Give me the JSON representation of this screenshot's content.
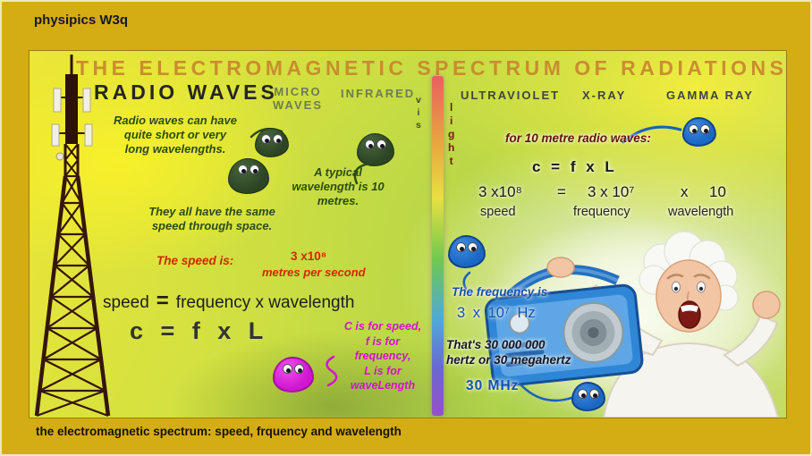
{
  "frame": {
    "brand": "physipics W3q",
    "caption": "the electromagnetic spectrum: speed, frquency and wavelength"
  },
  "poster": {
    "title": "THE ELECTROMAGNETIC SPECTRUM OF RADIATIONS",
    "bands": {
      "radio": "RADIO WAVES",
      "micro_l1": "MICRO",
      "micro_l2": "WAVES",
      "infrared": "INFRARED",
      "vis": [
        "v",
        "i",
        "s"
      ],
      "light": [
        "l",
        "i",
        "g",
        "h",
        "t"
      ],
      "ultraviolet": "ULTRAVIOLET",
      "xray": "X-RAY",
      "gamma": "GAMMA RAY"
    },
    "left": {
      "note_wavelengths": [
        "Radio waves can have",
        "quite short or very",
        "long wavelengths."
      ],
      "note_typical": [
        "A typical",
        "wavelength is 10",
        "metres."
      ],
      "note_speed_same": [
        "They all have the same",
        "speed through space."
      ],
      "speed_label": "The speed is:",
      "speed_value": "3 x10⁸",
      "speed_units": "metres per second",
      "eq_words": [
        "speed",
        "=",
        "frequency x wavelength"
      ],
      "eq_symbols": "c = f x L",
      "legend": [
        "C is for speed,",
        "f is for",
        "frequency,",
        "L is for",
        "waveLength"
      ]
    },
    "right": {
      "heading": "for 10 metre radio waves:",
      "eq_symbols": "c  =  f  x  L",
      "calc_parts": [
        "3 x10⁸",
        "=",
        "3 x 10⁷",
        "x",
        "10"
      ],
      "calc_labels": [
        "speed",
        "frequency",
        "wavelength"
      ],
      "freq_label": "The frequency is",
      "freq_value": "3 x 10⁷ Hz",
      "freq_note": [
        "That's 30 000 000",
        "hertz or 30 megahertz"
      ],
      "freq_mhz": "30 MHz"
    },
    "colors": {
      "accent_green": "#2c4c16",
      "accent_red": "#cc2a00",
      "accent_magenta": "#d412cc",
      "accent_blue": "#1450b4",
      "title_orange": "#c8862e",
      "frame_gold": "#d4ac14"
    }
  }
}
